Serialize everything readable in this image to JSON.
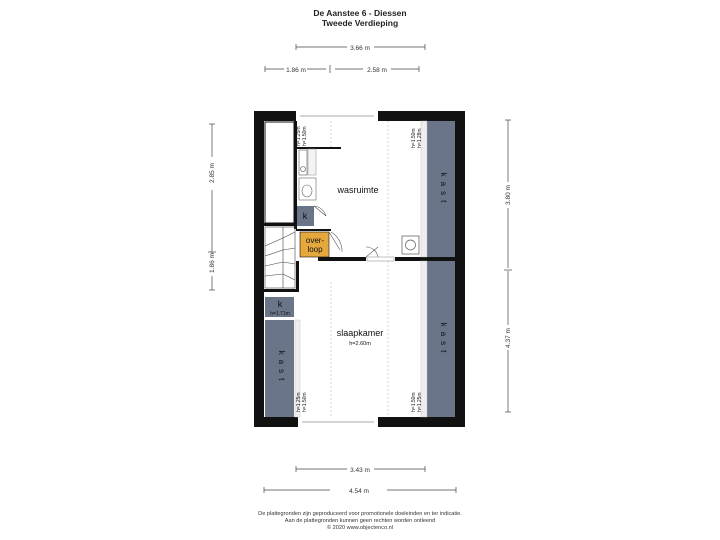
{
  "header": {
    "title": "De Aanstee 6 - Diessen",
    "subtitle": "Tweede Verdieping"
  },
  "dimensions": {
    "top_total": "3.66 m",
    "top_left": "1.86 m",
    "top_right": "2.58 m",
    "left_upper": "2.85 m",
    "left_lower": "1.86 m",
    "right_upper": "3.80 m",
    "right_lower": "4.37 m",
    "bottom_inner": "3.43 m",
    "bottom_total": "4.54 m"
  },
  "rooms": {
    "wasruimte": "wasruimte",
    "slaapkamer": "slaapkamer",
    "slaapkamer_height": "h=2.60m",
    "overloop_line1": "over-",
    "overloop_line2": "loop",
    "kast": "kast",
    "k": "k",
    "k_height": "h=1.71m"
  },
  "heights": {
    "h150": "h=1.50m",
    "h128": "h=1.28m",
    "h125": "h=1.25m"
  },
  "colors": {
    "wall": "#111111",
    "kast": "#6b7589",
    "overloop": "#e5a83d",
    "floor": "#ffffff"
  },
  "footer": {
    "line1": "De plattegronden zijn geproduceerd voor promotionele doeleinden en ter indicatie.",
    "line2": "Aan de plattegronden kunnen geen rechten worden ontleend",
    "line3": "© 2020 www.objectenco.nl"
  }
}
